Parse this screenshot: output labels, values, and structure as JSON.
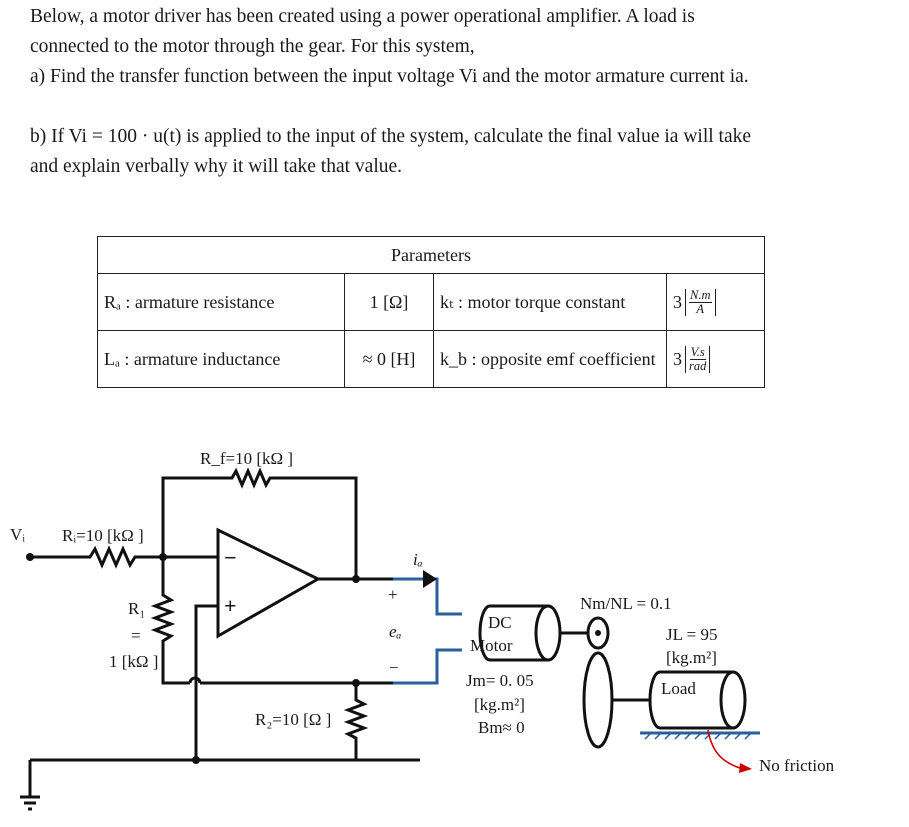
{
  "question": {
    "line1": "Below, a motor driver has been created using a power operational amplifier. A load is",
    "line2": "connected to the motor through the gear. For this system,",
    "part_a": "a) Find the transfer function between the input voltage Vi and the motor armature current ia.",
    "part_b1": "b) If Vi = 100 · u(t) is applied to the input of the system, calculate the final value ia will take",
    "part_b2": "and explain verbally why it will take that value."
  },
  "table": {
    "header": "Parameters",
    "rows": [
      {
        "name": "Rₐ : armature resistance",
        "value": "1 [Ω]",
        "name2": "kₜ : motor torque constant",
        "value2": "3",
        "unit_num": "N.m",
        "unit_den": "A"
      },
      {
        "name": "Lₐ : armature inductance",
        "value": "≈ 0 [H]",
        "name2": "k_b : opposite emf coefficient",
        "value2": "3",
        "unit_num": "V.s",
        "unit_den": "rad"
      }
    ]
  },
  "circuit": {
    "vi": "Vᵢ",
    "ri": "Rᵢ=10 [kΩ ]",
    "rf": "R_f=10 [kΩ ]",
    "r1_name": "R₁",
    "r1_eq": "=",
    "r1_val": "1 [kΩ ]",
    "r2": "R₂=10 [Ω ]",
    "ia": "iₐ",
    "plus": "+",
    "minus": "−",
    "ea": "eₐ",
    "opamp_minus": "−",
    "opamp_plus": "+",
    "motor1": "DC",
    "motor2": "Motor",
    "jm1": "Jm= 0. 05",
    "jm2": "[kg.m²]",
    "bm": "Bm≈ 0",
    "ratio": "Nm/NL = 0.1",
    "jl1": "JL = 95",
    "jl2": "[kg.m²]",
    "load": "Load",
    "nofriction": "No friction"
  }
}
